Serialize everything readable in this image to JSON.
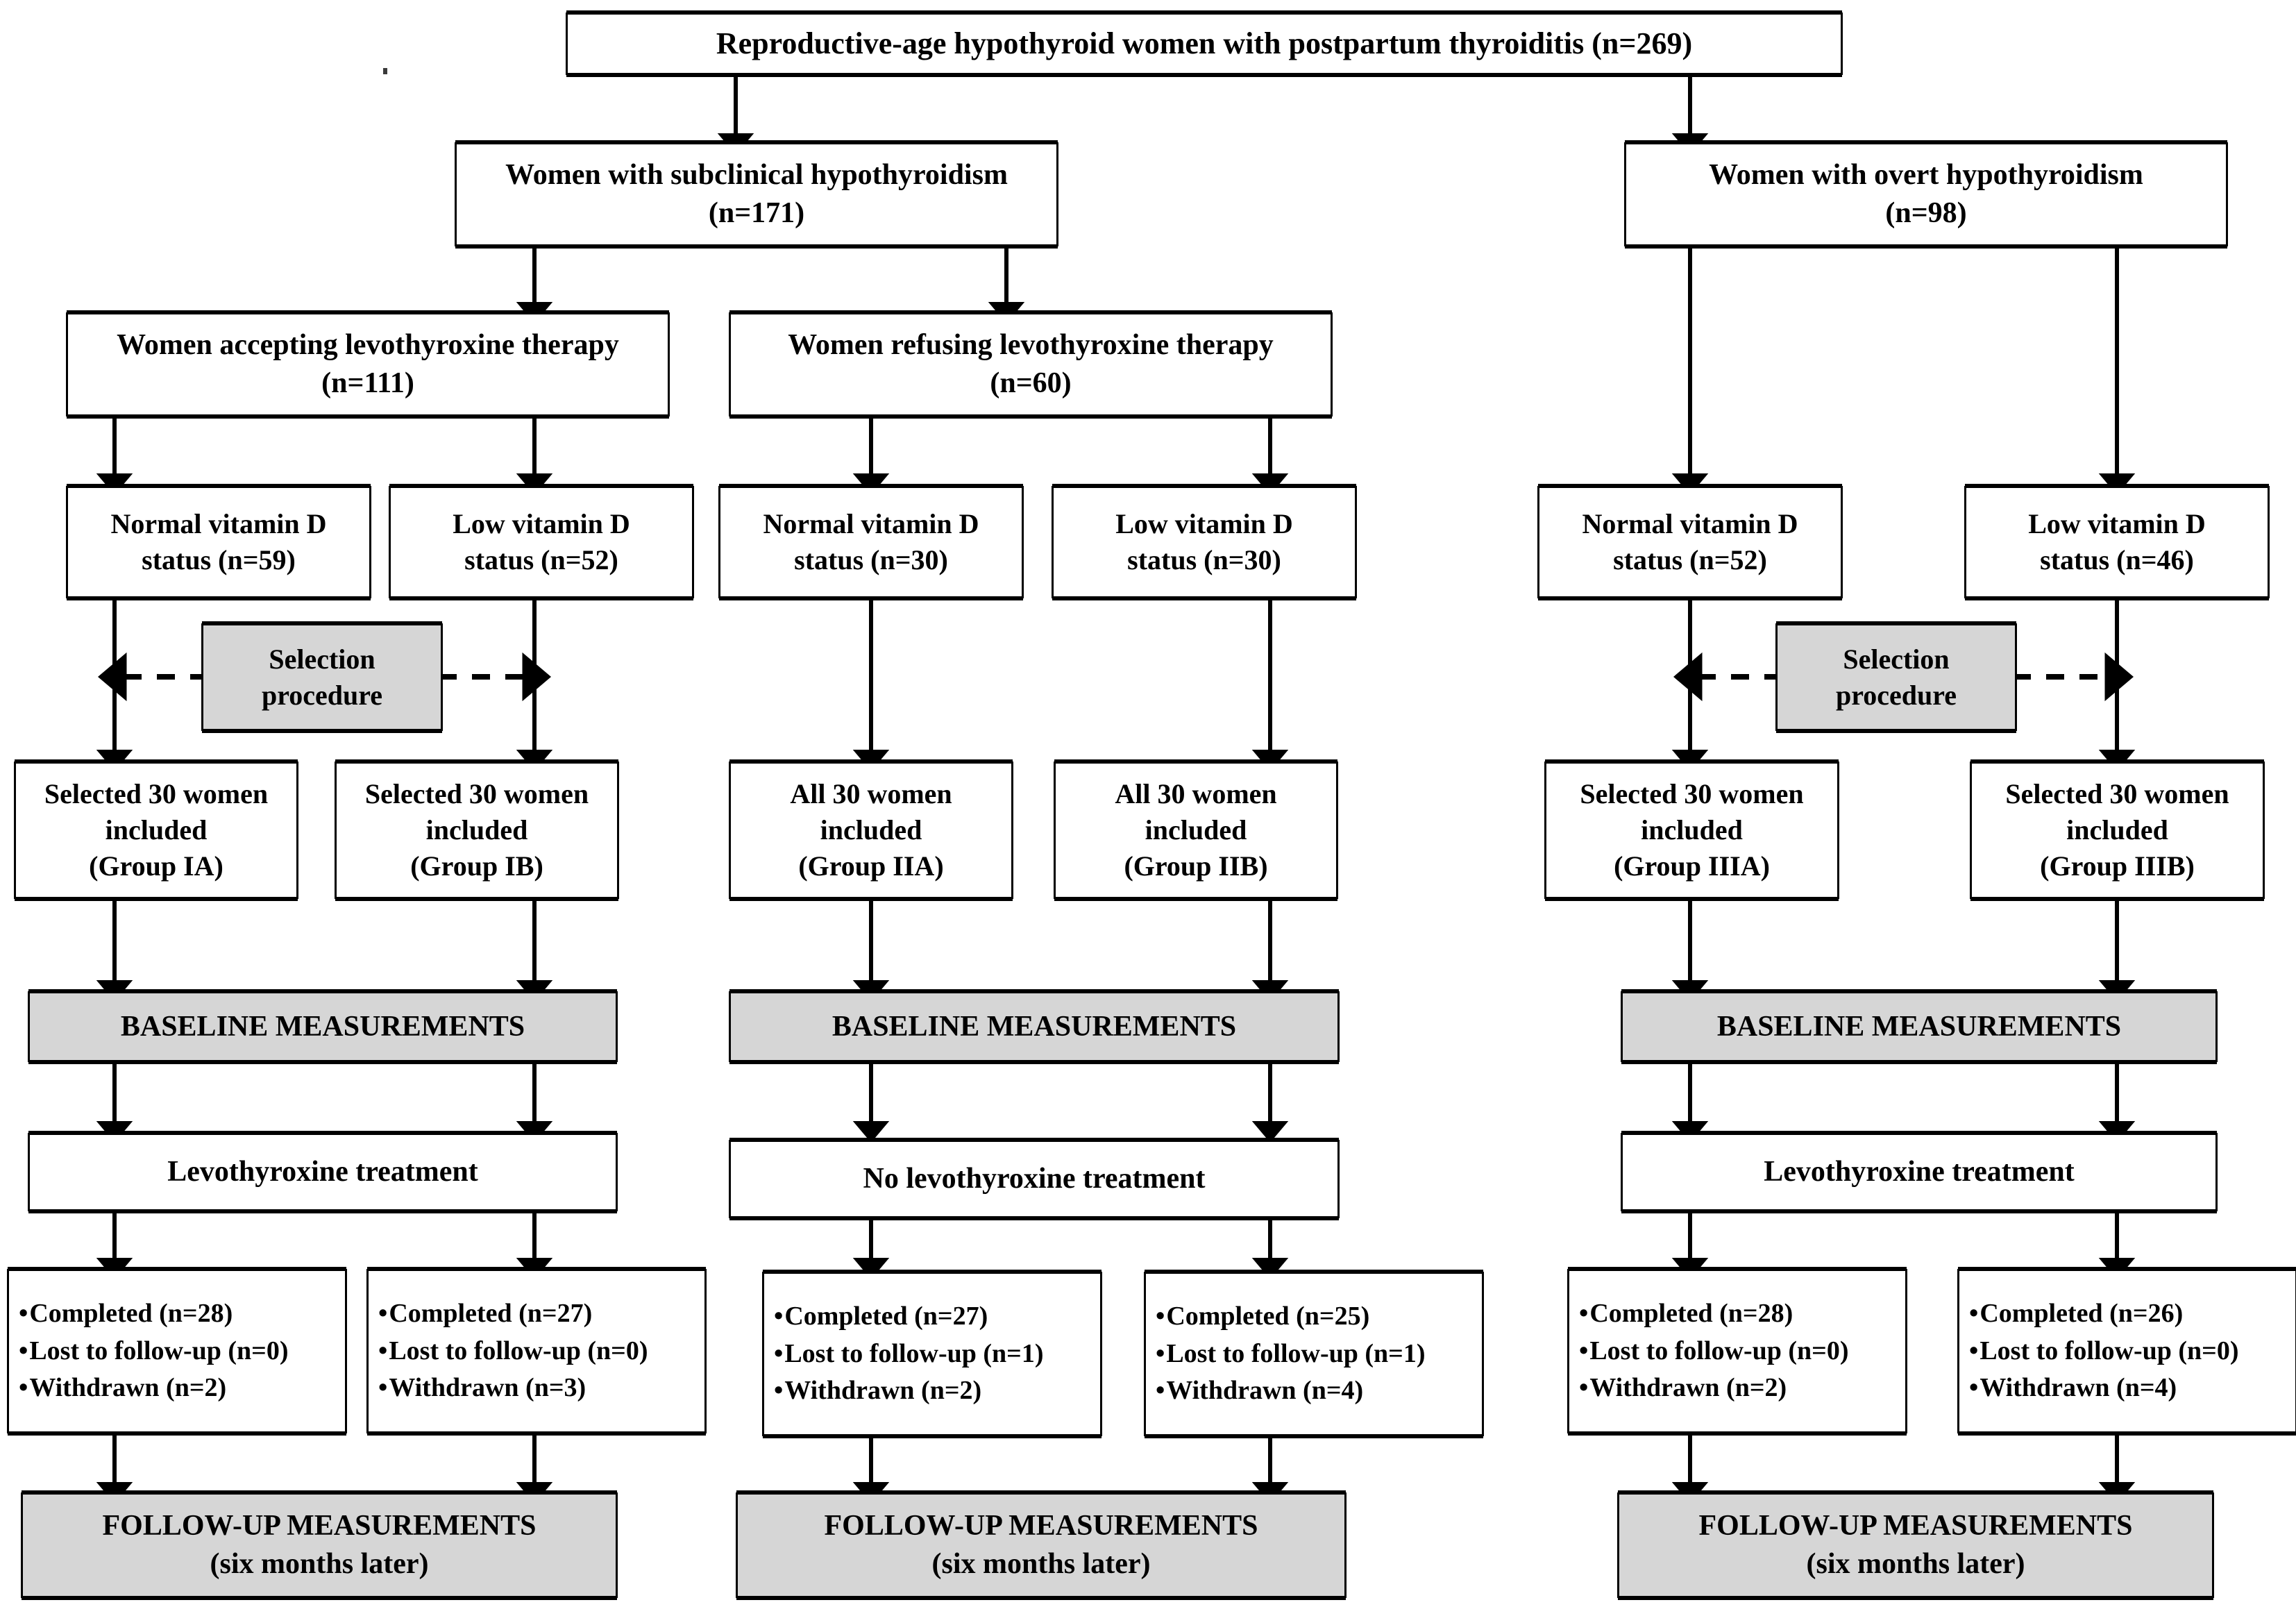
{
  "figure": {
    "type": "flowchart",
    "title": "Study flow diagram of reproductive-age hypothyroid women with postpartum thyroiditis",
    "colors": {
      "box_fill": "#ffffff",
      "highlight_fill": "#d6d6d6",
      "stroke": "#000000",
      "background": "#ffffff"
    }
  },
  "nodes": {
    "enrollment": {
      "line1": "Reproductive-age hypothyroid women with postpartum thyroiditis (n=269)"
    },
    "subclinical": {
      "line1": "Women with subclinical hypothyroidism",
      "line2": "(n=171)"
    },
    "overt": {
      "line1": "Women with overt hypothyroidism",
      "line2": "(n=98)"
    },
    "accepting": {
      "line1": "Women accepting levothyroxine therapy",
      "line2": "(n=111)"
    },
    "refusing": {
      "line1": "Women refusing levothyroxine therapy",
      "line2": "(n=60)"
    },
    "vitd": {
      "g1a": {
        "line1": "Normal vitamin D",
        "line2": "status (n=59)"
      },
      "g1b": {
        "line1": "Low vitamin D",
        "line2": "status (n=52)"
      },
      "g2a": {
        "line1": "Normal vitamin D",
        "line2": "status (n=30)"
      },
      "g2b": {
        "line1": "Low vitamin D",
        "line2": "status (n=30)"
      },
      "g3a": {
        "line1": "Normal vitamin D",
        "line2": "status (n=52)"
      },
      "g3b": {
        "line1": "Low vitamin D",
        "line2": "status (n=46)"
      }
    },
    "selection": {
      "left": {
        "line1": "Selection",
        "line2": "procedure"
      },
      "right": {
        "line1": "Selection",
        "line2": "procedure"
      }
    },
    "included": {
      "g1a": {
        "line1": "Selected 30 women",
        "line2": "included",
        "line3": "(Group IA)"
      },
      "g1b": {
        "line1": "Selected 30 women",
        "line2": "included",
        "line3": "(Group IB)"
      },
      "g2a": {
        "line1": "All 30 women",
        "line2": "included",
        "line3": "(Group IIA)"
      },
      "g2b": {
        "line1": "All 30 women",
        "line2": "included",
        "line3": "(Group IIB)"
      },
      "g3a": {
        "line1": "Selected 30 women",
        "line2": "included",
        "line3": "(Group IIIA)"
      },
      "g3b": {
        "line1": "Selected 30 women",
        "line2": "included",
        "line3": "(Group IIIB)"
      }
    },
    "baseline": {
      "col1": "BASELINE MEASUREMENTS",
      "col2": "BASELINE MEASUREMENTS",
      "col3": "BASELINE MEASUREMENTS"
    },
    "treatment": {
      "col1": "Levothyroxine treatment",
      "col2": "No levothyroxine treatment",
      "col3": "Levothyroxine treatment"
    },
    "outcomes": {
      "g1a": {
        "completed": "Completed (n=28)",
        "lost": "Lost to follow-up (n=0)",
        "withdrawn": "Withdrawn (n=2)"
      },
      "g1b": {
        "completed": "Completed (n=27)",
        "lost": "Lost to follow-up (n=0)",
        "withdrawn": "Withdrawn (n=3)"
      },
      "g2a": {
        "completed": "Completed (n=27)",
        "lost": "Lost to follow-up (n=1)",
        "withdrawn": "Withdrawn (n=2)"
      },
      "g2b": {
        "completed": "Completed (n=25)",
        "lost": "Lost to follow-up (n=1)",
        "withdrawn": "Withdrawn (n=4)"
      },
      "g3a": {
        "completed": "Completed (n=28)",
        "lost": "Lost to follow-up (n=0)",
        "withdrawn": "Withdrawn (n=2)"
      },
      "g3b": {
        "completed": "Completed (n=26)",
        "lost": "Lost to follow-up (n=0)",
        "withdrawn": "Withdrawn (n=4)"
      }
    },
    "followup": {
      "col1": {
        "line1": "FOLLOW-UP MEASUREMENTS",
        "line2": "(six months later)"
      },
      "col2": {
        "line1": "FOLLOW-UP MEASUREMENTS",
        "line2": "(six months later)"
      },
      "col3": {
        "line1": "FOLLOW-UP MEASUREMENTS",
        "line2": "(six months later)"
      }
    }
  }
}
